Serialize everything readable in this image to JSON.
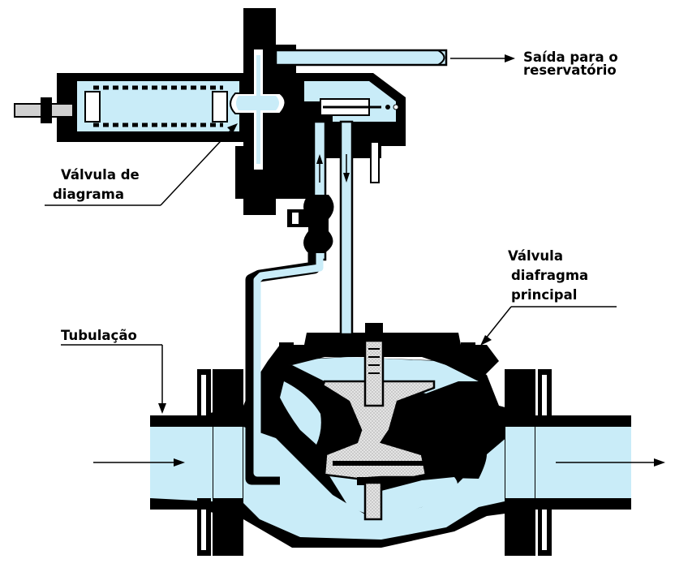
{
  "labels": {
    "saida_line1": "Saída para o",
    "saida_line2": "reservatório",
    "valvula_diagrama_line1": "Válvula de",
    "valvula_diagrama_line2": "diagrama",
    "valvula_principal_line1": "Válvula",
    "valvula_principal_line2": "diafragma",
    "valvula_principal_line3": "principal",
    "tubulacao": "Tubulação"
  },
  "colors": {
    "fluid": "#c9ecf8",
    "body": "#000000",
    "disk": "#e6e6e6",
    "background": "#ffffff"
  }
}
